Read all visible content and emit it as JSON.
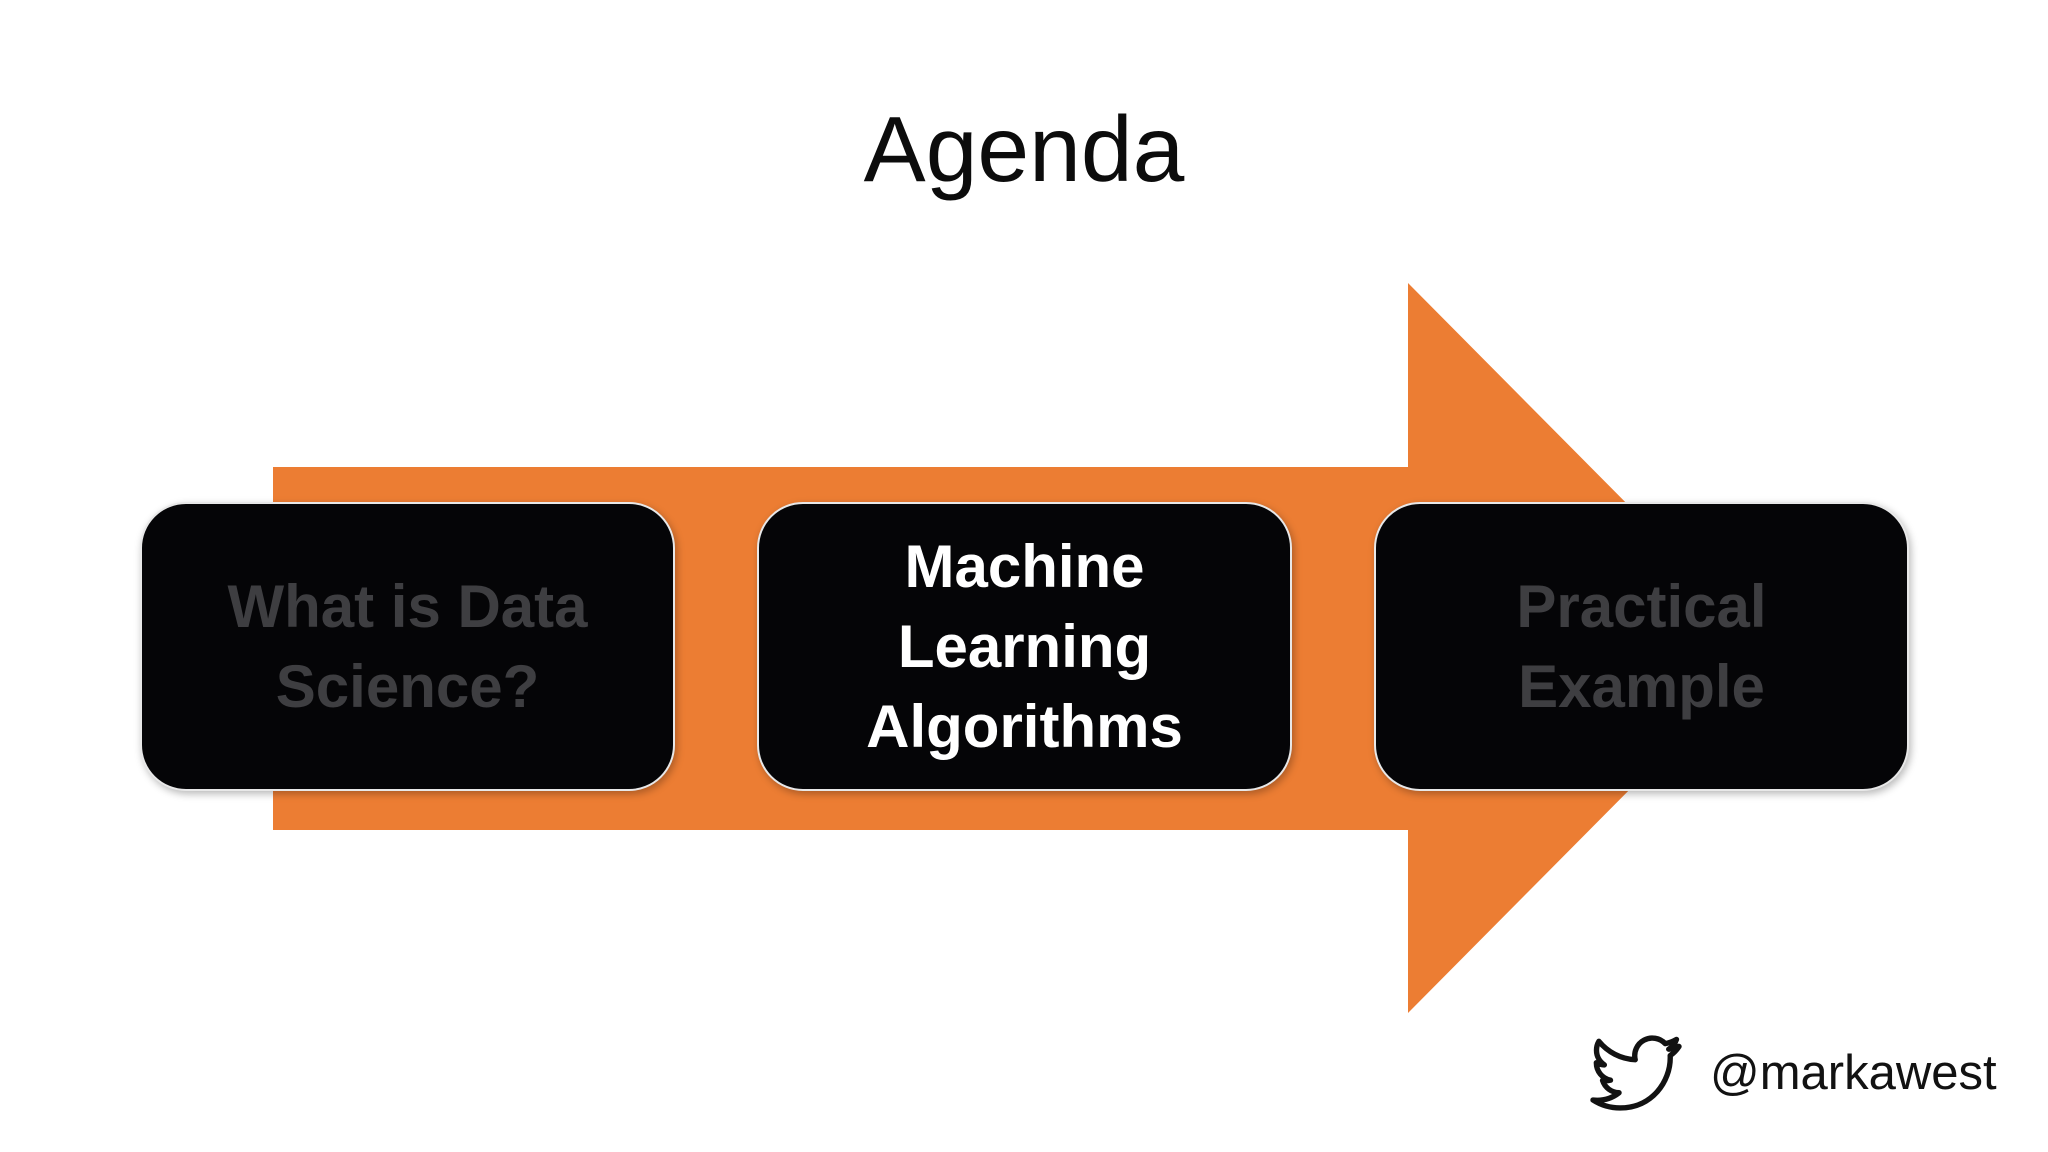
{
  "slide": {
    "title": "Agenda",
    "background_color": "#FFFFFF"
  },
  "diagram": {
    "type": "process-arrow",
    "direction": "right",
    "arrow_color": "#EC7D33",
    "box_fill": "#050507",
    "box_border_color": "#E8E8E8",
    "inactive_text_color": "#3E3E41",
    "active_text_color": "#FFFFFF",
    "steps": [
      {
        "label": "What is Data Science?",
        "lines": [
          "What is Data",
          "Science?"
        ],
        "state": "inactive"
      },
      {
        "label": "Machine Learning Algorithms",
        "lines": [
          "Machine",
          "Learning",
          "Algorithms"
        ],
        "state": "active"
      },
      {
        "label": "Practical Example",
        "lines": [
          "Practical",
          "Example"
        ],
        "state": "inactive"
      }
    ]
  },
  "footer": {
    "icon": "twitter-bird-icon",
    "handle": "@markawest",
    "text_color": "#121212"
  }
}
